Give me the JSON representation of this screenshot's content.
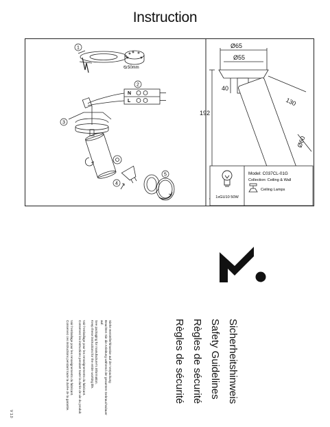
{
  "title": "Instruction",
  "diagram": {
    "steps": [
      "1",
      "2",
      "3",
      "4",
      "5"
    ],
    "cutout": "50mm",
    "wire_labels": [
      "N",
      "L"
    ],
    "dims": {
      "outer_dia": "Ø65",
      "inner_dia": "Ø55",
      "base_h": "40",
      "total_h": "192",
      "arm": "130",
      "body_dia": "Ø60"
    },
    "bulb": "1xGU10 50W",
    "model": "Model: C037CL-01G",
    "collection": "Collection: Ceiling & Wall",
    "category": "Ceiling Lamps"
  },
  "headings": [
    "Sicherheitshinweis",
    "Safety Guidelines",
    "Règles de sécurité",
    "Règles de sécurité"
  ],
  "small_text": {
    "col1": [
      "Siehe Herstellerhinweise auf der Verpackung",
      "Beachten Sie die Anleitung während der gesamten Gebrauchsdauer",
      "auf."
    ],
    "col2": [
      "See packaging for manufacturer's information.",
      "Keep these instructions for the entire working life."
    ],
    "col3": [
      "Voir l'emballage pour les renseignements du fabricant.",
      "Conservez les instructions pendant toute la durée de vie du produit."
    ],
    "col4": [
      "Voir l'emballage pour les renseignements du fabricant.",
      "Conservez ces instructions pendant toute la durée de la garantie."
    ]
  },
  "version": "V 1.0"
}
